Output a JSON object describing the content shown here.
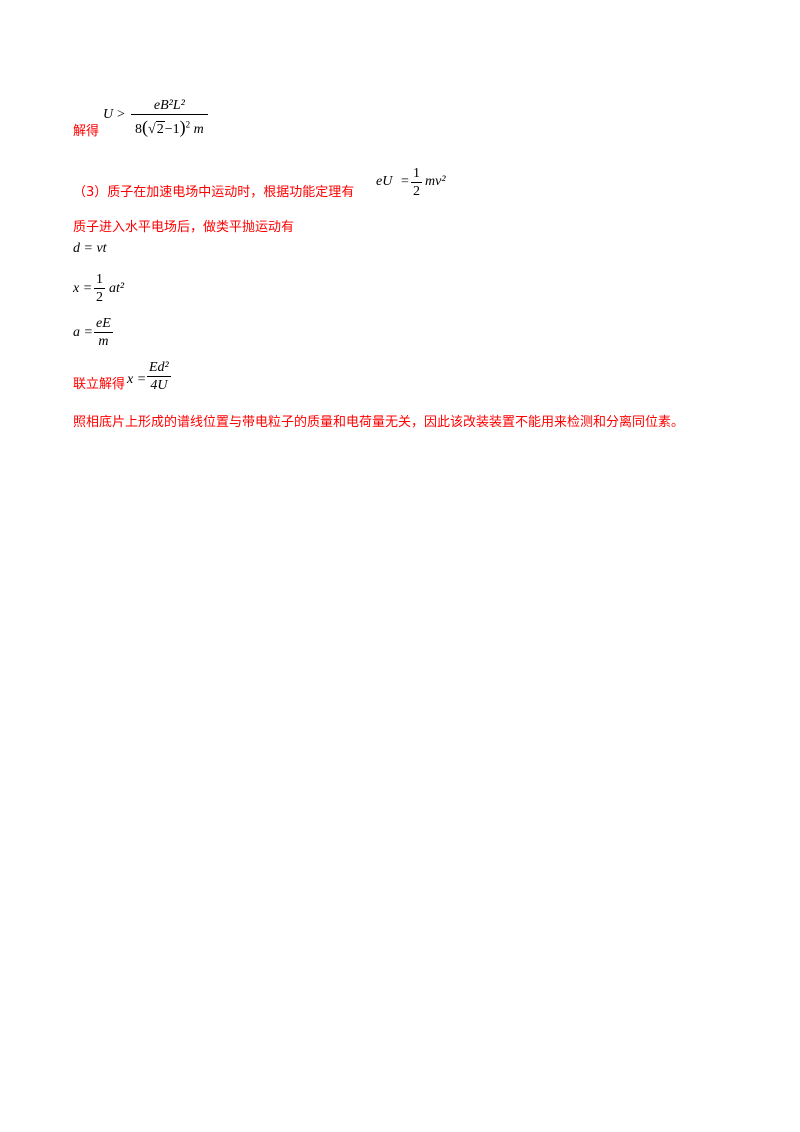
{
  "line1": {
    "label": "解得",
    "lhs": "U",
    "op": ">",
    "numerator": "eB²L²",
    "denominator_coef": "8",
    "denominator_radicand": "2",
    "denominator_tail": "−1",
    "denominator_power": "2",
    "denominator_var": "m"
  },
  "line2": {
    "text": "（3）质子在加速电场中运动时，根据功能定理有",
    "lhs": "eU",
    "eq": "=",
    "frac_num": "1",
    "frac_den": "2",
    "rhs": "mv²"
  },
  "line3": {
    "text": "质子进入水平电场后，做类平抛运动有"
  },
  "eq_d": {
    "text": "d = vt"
  },
  "eq_x": {
    "lhs": "x =",
    "frac_num": "1",
    "frac_den": "2",
    "rhs": "at²"
  },
  "eq_a": {
    "lhs": "a =",
    "frac_num": "eE",
    "frac_den": "m"
  },
  "line_solve": {
    "label": "联立解得",
    "lhs": "x =",
    "frac_num": "Ed²",
    "frac_den": "4U"
  },
  "conclusion": {
    "text": "照相底片上形成的谱线位置与带电粒子的质量和电荷量无关，因此该改装装置不能用来检测和分离同位素。"
  },
  "colors": {
    "answer_text": "#ff0000",
    "math": "#000000",
    "background": "#ffffff"
  }
}
